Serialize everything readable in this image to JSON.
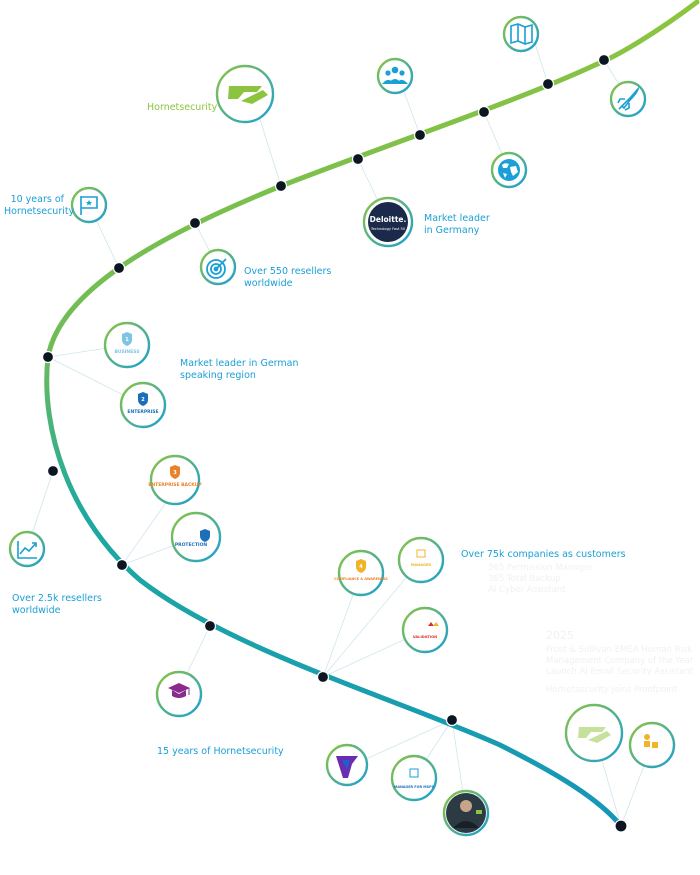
{
  "labels": {
    "hornetsecurity": "Hornetsecurity",
    "ten_years": "10 years of\nHornetsecurity",
    "resellers_550": "Over 550 resellers\nworldwide",
    "market_leader_germany": "Market leader\nin Germany",
    "market_leader_german_region": "Market leader in German\nspeaking region",
    "resellers_2_5k": "Over 2.5k resellers\nworldwide",
    "companies_75k": "Over 75k companies as customers",
    "fifteen_years": "15 years of Hornetsecurity"
  },
  "faded": {
    "companies_items": [
      "365 Permission Manager",
      "365 Total Backup",
      "AI Cyber Assistant"
    ],
    "year": "2025",
    "year_items": [
      "Frost & Sullivan EMEA Human Risk Management Company of the Year",
      "Launch AI Email Security Assistant",
      "Hornetsecurity joins Proofpoint"
    ]
  },
  "badges": {
    "deloitte": "Deloitte.",
    "deloitte_sub": "Technology Fast 50",
    "business": "BUSINESS",
    "business_num": "1",
    "enterprise": "ENTERPRISE",
    "enterprise_num": "2",
    "enterprise_backup": "ENTERPRISE BACKUP",
    "enterprise_backup_num": "3",
    "protection": "PROTECTION",
    "compliance": "COMPLIANCE & AWARENESS",
    "compliance_num": "4",
    "manager": "MANAGER",
    "validation": "VALIDATION",
    "manager_for_msps": "MANAGER FOR MSPS"
  },
  "colors": {
    "green": "#8cc43f",
    "blue": "#1a9fd6",
    "teal": "#1596b8",
    "node": "#0b1620",
    "orange": "#e8832a",
    "purple": "#8a2a8c"
  },
  "icons": {
    "logo": "hornet-logo",
    "team": "team-icon",
    "map": "map-icon",
    "rocket": "rocket-icon",
    "globe": "globe-icon",
    "flag": "flag-icon",
    "target": "target-icon",
    "chart": "chart-icon",
    "graduation": "graduation-cap-icon",
    "vade": "vade-logo-icon",
    "photo": "person-photo"
  }
}
